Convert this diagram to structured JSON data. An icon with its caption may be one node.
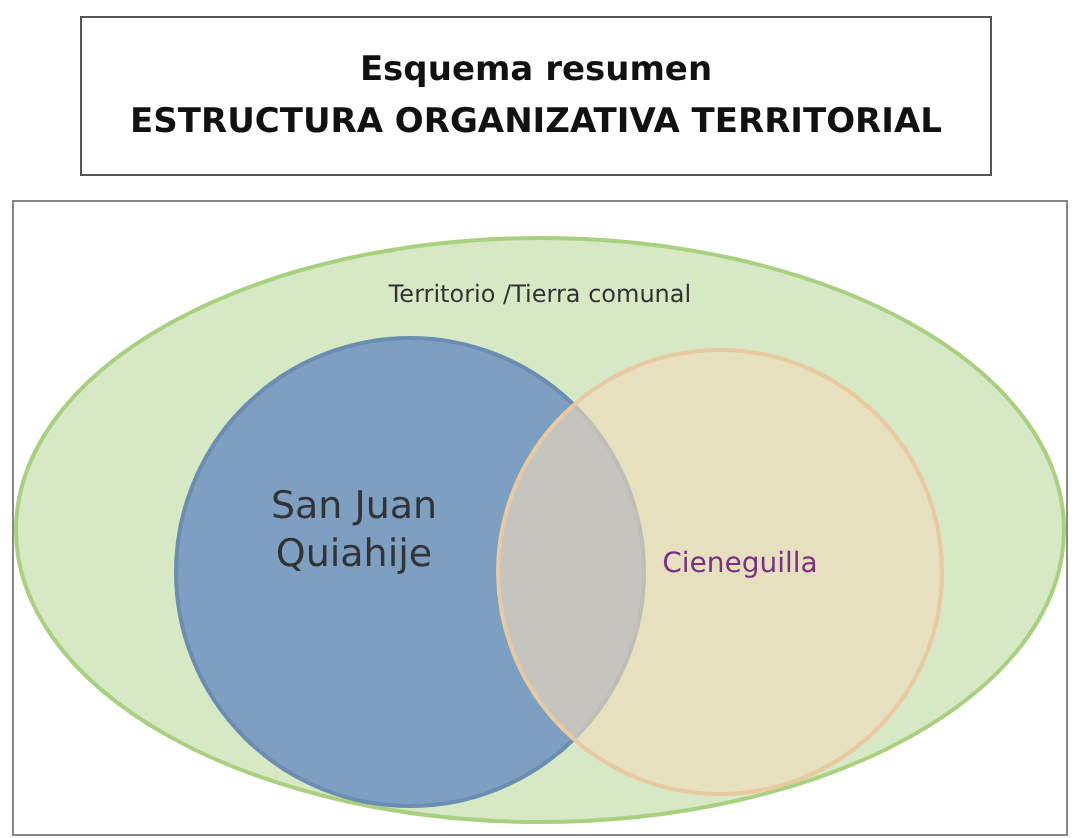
{
  "diagram": {
    "title": "Esquema resumen",
    "nodes": [
      {
        "text": [
          "Territorio /Tierra comunal"
        ]
      },
      {
        "text": [
          "San Juan Quiahije"
        ],
        "in": 0
      },
      {
        "text": [
          "Cieneguilla"
        ],
        "in": 0
      }
    ],
    "labels": [
      "ESTRUCTURA ORGANIZATIVA TERRITORIAL"
    ]
  }
}
